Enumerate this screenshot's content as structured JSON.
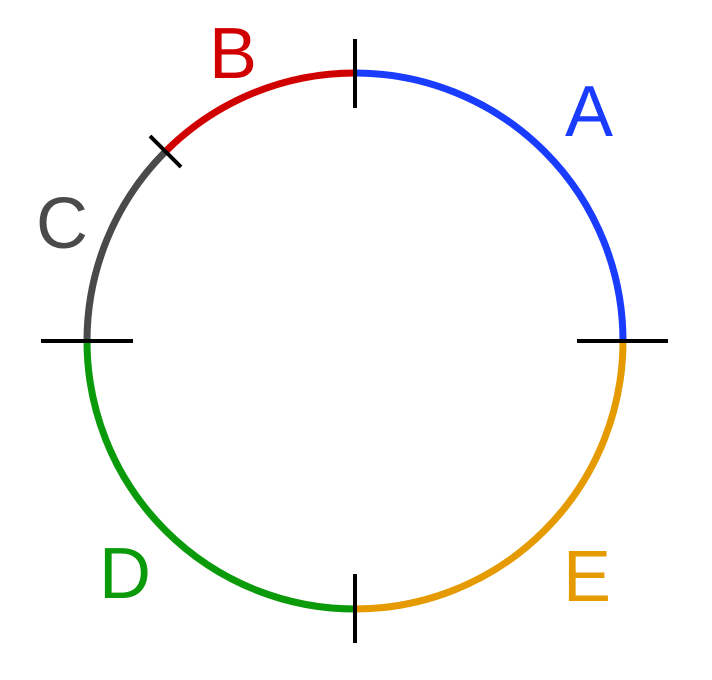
{
  "segments": [
    {
      "id": "A",
      "label": "A",
      "color": "#1a3cff"
    },
    {
      "id": "B",
      "label": "B",
      "color": "#d10000"
    },
    {
      "id": "C",
      "label": "C",
      "color": "#4a4a4a"
    },
    {
      "id": "D",
      "label": "D",
      "color": "#0a9a0a"
    },
    {
      "id": "E",
      "label": "E",
      "color": "#e59a00"
    }
  ]
}
